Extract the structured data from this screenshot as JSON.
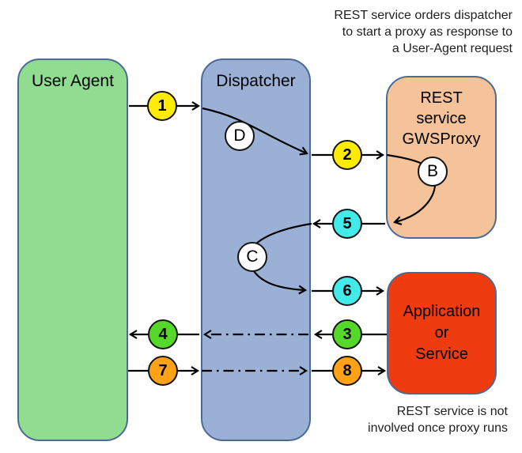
{
  "notes": {
    "top_right": {
      "line1": "REST service orders dispatcher",
      "line2": "to start a proxy as response to",
      "line3": "a User-Agent request"
    },
    "bottom_right": {
      "line1": "REST service is not",
      "line2": "involved once proxy runs"
    }
  },
  "boxes": {
    "user_agent": {
      "label": "User Agent",
      "fill": "#90DC90",
      "style": "background:#90DC90"
    },
    "dispatcher": {
      "label": "Dispatcher",
      "fill": "#9AB0D5",
      "style": "background:#9AB0D5"
    },
    "rest_service": {
      "line1": "REST",
      "line2": "service",
      "line3": "GWSProxy",
      "fill": "#F5C399",
      "style": "background:#F5C399"
    },
    "application": {
      "line1": "Application",
      "line2": "or",
      "line3": "Service",
      "fill": "#EE3B10",
      "style": "background:#EE3B10"
    }
  },
  "colors": {
    "box_border": "#4A6B96",
    "step_yellow": "#FFEC00",
    "step_cyan": "#42EAEA",
    "step_green": "#55D829",
    "step_orange": "#FFA217",
    "connector": "#000000"
  },
  "steps": {
    "s1": {
      "label": "1",
      "style": "background:#FFEC00"
    },
    "s2": {
      "label": "2",
      "style": "background:#FFEC00"
    },
    "s3": {
      "label": "3",
      "style": "background:#55D829"
    },
    "s4": {
      "label": "4",
      "style": "background:#55D829"
    },
    "s5": {
      "label": "5",
      "style": "background:#42EAEA"
    },
    "s6": {
      "label": "6",
      "style": "background:#42EAEA"
    },
    "s7": {
      "label": "7",
      "style": "background:#FFA217"
    },
    "s8": {
      "label": "8",
      "style": "background:#FFA217"
    }
  },
  "letters": {
    "d": {
      "label": "D"
    },
    "b": {
      "label": "B"
    },
    "c": {
      "label": "C"
    }
  }
}
